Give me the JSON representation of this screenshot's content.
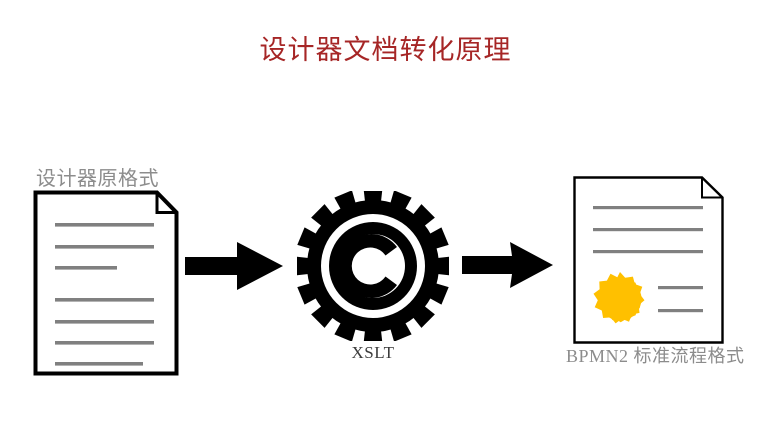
{
  "title": "设计器文档转化原理",
  "title_color": "#a62626",
  "background_color": "#ffffff",
  "nodes": {
    "source_document": {
      "label": "设计器原格式",
      "label_color": "#8c8c8c",
      "icon": "document-with-folded-corner-icon",
      "line_color": "#808080",
      "border_color": "#000000",
      "lines": 7
    },
    "transformer": {
      "label": "XSLT",
      "label_color": "#3b3b3b",
      "icon": "gear-with-c-icon",
      "icon_color": "#000000",
      "teeth": 16
    },
    "target_document": {
      "label": "BPMN2 标准流程格式",
      "label_color": "#8c8c8c",
      "icon": "document-with-seal-icon",
      "line_color": "#808080",
      "border_color": "#000000",
      "seal_color": "#ffc000",
      "lines": 5
    }
  },
  "connectors": [
    {
      "name": "arrow-source-to-transformer",
      "icon": "right-arrow-icon",
      "color": "#000000"
    },
    {
      "name": "arrow-transformer-to-target",
      "icon": "right-arrow-icon",
      "color": "#000000"
    }
  ]
}
